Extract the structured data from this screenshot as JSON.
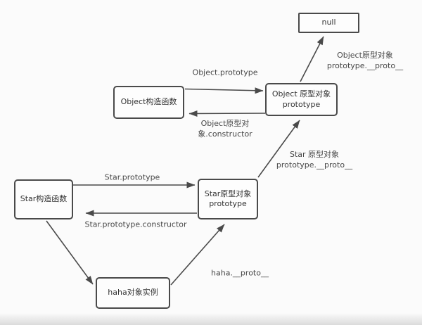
{
  "diagram": {
    "type": "prototype-chain-diagram",
    "colors": {
      "background": "#fbfbfb",
      "box_border": "#4a4a4a",
      "line": "#4a4a4a",
      "text": "#333333"
    },
    "nodes": [
      {
        "id": "null",
        "label": "null"
      },
      {
        "id": "object-constructor",
        "label": "Object构造函数"
      },
      {
        "id": "object-prototype",
        "label": "Object 原型对象\nprototype"
      },
      {
        "id": "star-constructor",
        "label": "Star构造函数"
      },
      {
        "id": "star-prototype",
        "label": "Star原型对象\nprototype"
      },
      {
        "id": "haha-instance",
        "label": "haha对象实例"
      }
    ],
    "edges": [
      {
        "from": "object-constructor",
        "to": "object-prototype",
        "label": "Object.prototype"
      },
      {
        "from": "object-prototype",
        "to": "object-constructor",
        "label": "Object原型对\n象.constructor"
      },
      {
        "from": "object-prototype",
        "to": "null",
        "label": "Object原型对象\nprototype.__proto__"
      },
      {
        "from": "star-prototype",
        "to": "object-prototype",
        "label": "Star 原型对象\nprototype.__proto__"
      },
      {
        "from": "star-constructor",
        "to": "star-prototype",
        "label": "Star.prototype"
      },
      {
        "from": "star-prototype",
        "to": "star-constructor",
        "label": "Star.prototype.constructor"
      },
      {
        "from": "star-constructor",
        "to": "haha-instance",
        "label": ""
      },
      {
        "from": "haha-instance",
        "to": "star-prototype",
        "label": "haha.__proto__"
      }
    ]
  }
}
